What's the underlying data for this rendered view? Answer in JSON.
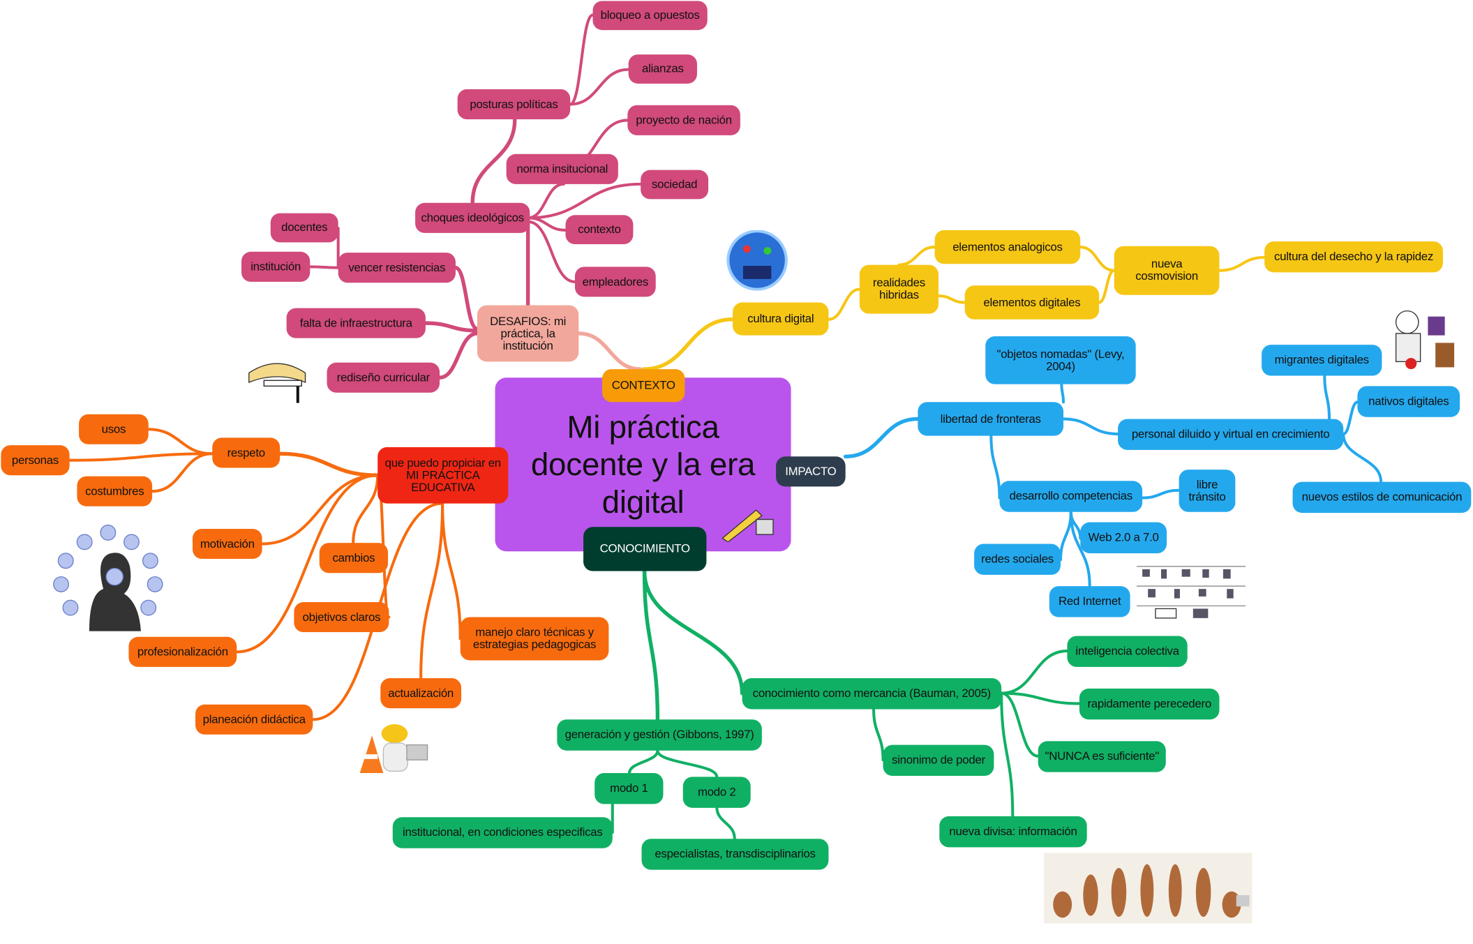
{
  "central": {
    "title": "Mi práctica docente y la era digital"
  },
  "branches": {
    "contexto": "CONTEXTO",
    "impacto": "IMPACTO",
    "conocimiento": "CONOCIMIENTO"
  },
  "nodes": {
    "desafios": "DESAFIOS: mi práctica, la institución",
    "bloqueo": "bloqueo a opuestos",
    "alianzas": "alianzas",
    "posturas": "posturas políticas",
    "proyecto": "proyecto de nación",
    "norma": "norma insitucional",
    "sociedad": "sociedad",
    "choques": "choques ideológicos",
    "contexto_n": "contexto",
    "docentes": "docentes",
    "institucion": "institución",
    "vencer": "vencer resistencias",
    "empleadores": "empleadores",
    "falta": "falta de infraestructura",
    "rediseno": "rediseño curricular",
    "cultura_digital": "cultura digital",
    "realidades": "realidades hibridas",
    "analogicos": "elementos analogicos",
    "digitales": "elementos digitales",
    "cosmovision": "nueva cosmovision",
    "desecho": "cultura del desecho y la rapidez",
    "nomadas": "\"objetos nomadas\" (Levy, 2004)",
    "libertad": "libertad de fronteras",
    "personal": "personal diluido y virtual en crecimiento",
    "migrantes": "migrantes digitales",
    "nativos": "nativos digitales",
    "nuevos_estilos": "nuevos estilos de comunicación",
    "desarrollo": "desarrollo competencias",
    "libre": "libre tránsito",
    "web": "Web 2.0 a 7.0",
    "redes": "redes sociales",
    "red_internet": "Red Internet",
    "propiciar": "que puedo propiciar en MI PRÁCTICA EDUCATIVA",
    "usos": "usos",
    "personas": "personas",
    "respeto": "respeto",
    "costumbres": "costumbres",
    "motivacion": "motivación",
    "cambios": "cambios",
    "objetivos": "objetivos claros",
    "profesionalizacion": "profesionalización",
    "manejo": "manejo claro técnicas y estrategias pedagogicas",
    "actualizacion": "actualización",
    "planeacion": "planeación didáctica",
    "mercancia": "conocimiento como mercancia (Bauman, 2005)",
    "inteligencia": "inteligencia colectiva",
    "perecedero": "rapidamente perecedero",
    "sinonimo": "sinonimo de poder",
    "nunca": "\"NUNCA es suficiente\"",
    "divisa": "nueva divisa: información",
    "generacion": "generación y gestión (Gibbons, 1997)",
    "modo1": "modo 1",
    "modo2": "modo 2",
    "institucional": "institucional, en condiciones especificas",
    "especialistas": "especialistas, transdisciplinarios"
  },
  "colors": {
    "central": "#b955ec",
    "desafios": "#d14a7b",
    "contexto": "#f6c615",
    "impacto": "#24a8ed",
    "practica": "#f76b0e",
    "conocimiento": "#10b064"
  }
}
